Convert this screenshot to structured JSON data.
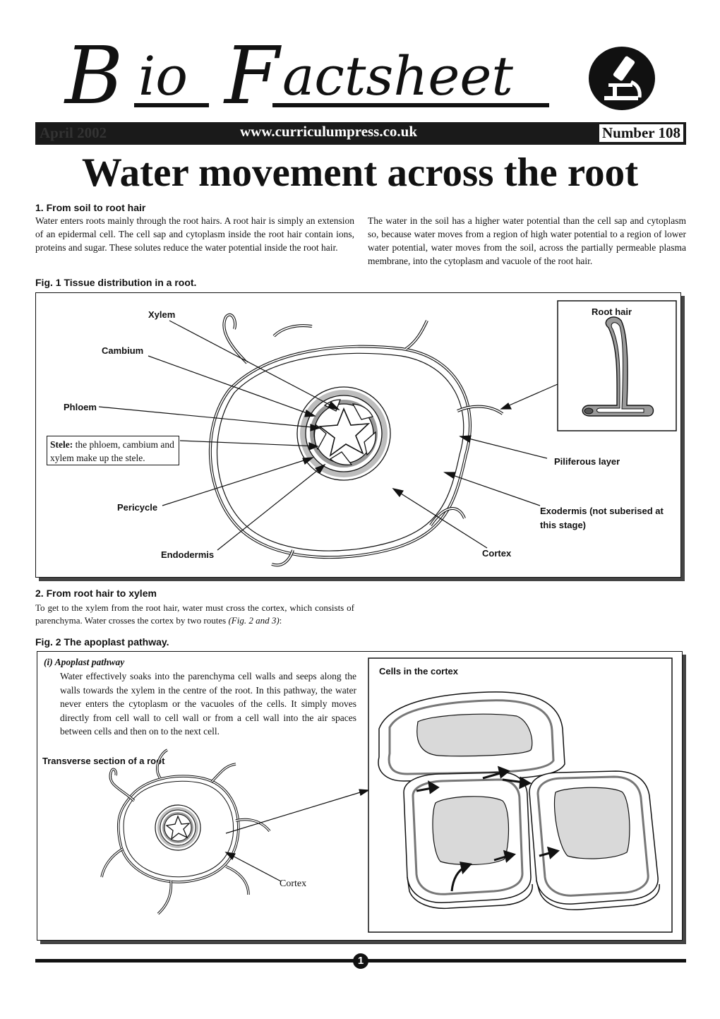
{
  "masthead": {
    "b": "B",
    "io": "io",
    "f": "F",
    "rest": "actsheet",
    "date": "April 2002",
    "url": "www.curriculumpress.co.uk",
    "number": "Number 108"
  },
  "title": "Water movement across the root",
  "section1": {
    "heading": "1. From soil to root hair",
    "col1": "Water enters roots mainly through the root hairs. A root hair is simply an extension of an epidermal cell. The cell sap and cytoplasm inside the root hair contain ions, proteins and sugar. These solutes reduce the water potential inside the root hair.",
    "col2": "The water in the soil has a higher water potential than the cell sap and cytoplasm so, because water moves from a region of high water potential to a region of lower water potential, water moves from the soil, across the partially permeable plasma membrane, into the cytoplasm and vacuole of the root hair."
  },
  "fig1": {
    "caption": "Fig. 1 Tissue distribution in a root.",
    "labels": {
      "xylem": "Xylem",
      "cambium": "Cambium",
      "phloem": "Phloem",
      "stele_bold": "Stele:",
      "stele_text": " the phloem, cambium and xylem make up the stele.",
      "pericycle": "Pericycle",
      "endodermis": "Endodermis",
      "root_hair": "Root hair",
      "piliferous": "Piliferous layer",
      "exodermis": "Exodermis (not suberised at this stage)",
      "cortex": "Cortex"
    }
  },
  "section2": {
    "heading": "2. From root hair to xylem",
    "text_a": "To get to the xylem from the root hair, water must cross the cortex, which consists of parenchyma. Water crosses the cortex by two routes ",
    "text_ref": "(Fig. 2 and 3)",
    "text_b": ":"
  },
  "fig2": {
    "caption": "Fig. 2 The apoplast pathway.",
    "item_label": "(i)  Apoplast pathway",
    "item_text": "Water effectively soaks into the parenchyma cell walls and seeps along the walls towards the xylem in the centre of the root. In this pathway, the water never enters the cytoplasm or the vacuoles of the cells. It simply moves directly from cell  wall to cell wall or from a cell wall into the air spaces between cells and then on to the next cell.",
    "ts_label": "Transverse section of a root",
    "cortex_label": "Cortex",
    "cells_label": "Cells in the cortex"
  },
  "footer": {
    "page": "1"
  }
}
